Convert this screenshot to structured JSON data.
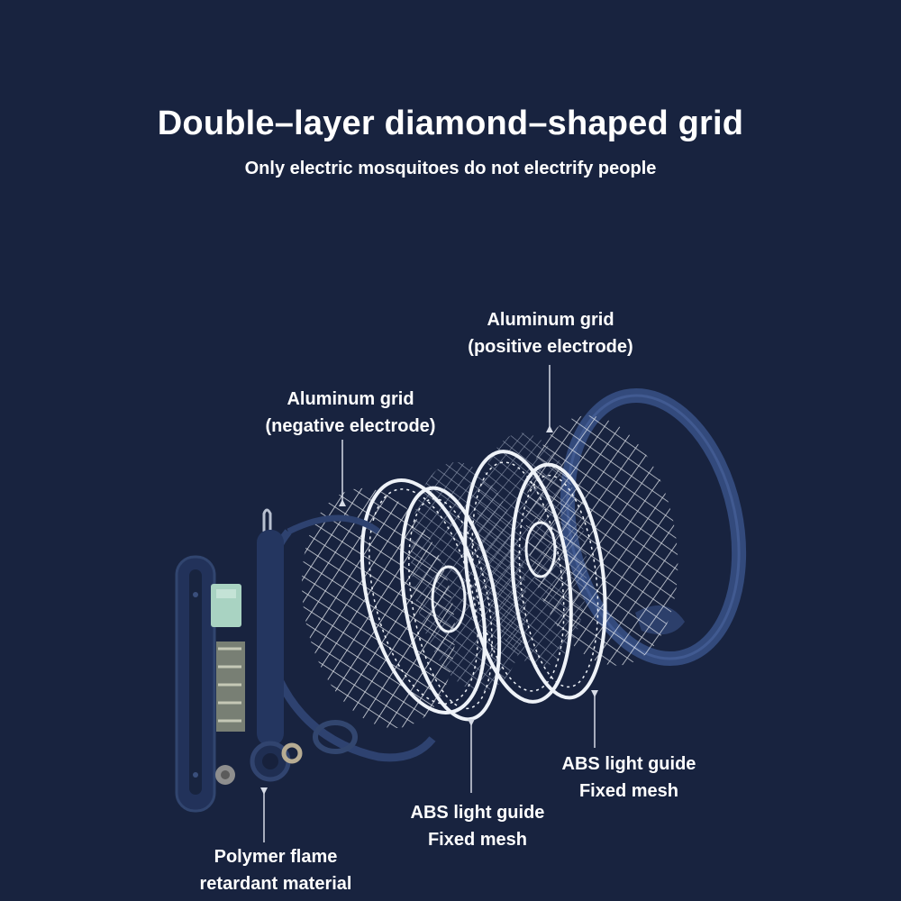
{
  "title": "Double–layer diamond–shaped grid",
  "subtitle": "Only electric mosquitoes do not electrify people",
  "labels": {
    "aluminum_positive": {
      "line1": "Aluminum grid",
      "line2": "(positive electrode)"
    },
    "aluminum_negative": {
      "line1": "Aluminum grid",
      "line2": "(negative electrode)"
    },
    "abs_right": {
      "line1": "ABS light guide",
      "line2": "Fixed mesh"
    },
    "abs_center": {
      "line1": "ABS light guide",
      "line2": "Fixed mesh"
    },
    "polymer": {
      "line1": "Polymer flame",
      "line2": "retardant material"
    }
  },
  "colors": {
    "background": "#18233f",
    "frame": "#2c3d66",
    "mesh": "#e8ecf3",
    "battery": "#a9d3c2"
  }
}
